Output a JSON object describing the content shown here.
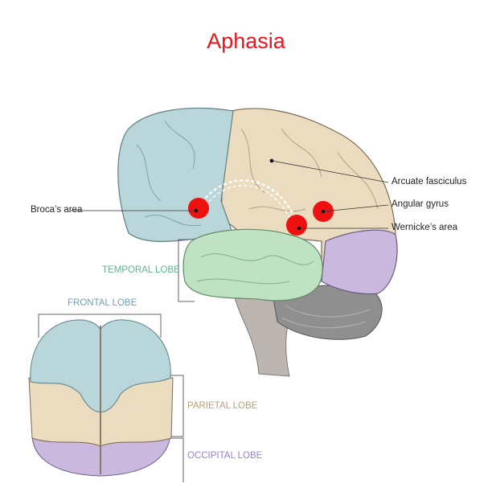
{
  "title": "Aphasia",
  "callouts": {
    "broca": "Broca’s area",
    "arcuate": "Arcuate fasciculus",
    "angular": "Angular gyrus",
    "wernicke": "Wernicke’s area"
  },
  "lobes": {
    "temporal": "TEMPORAL LOBE",
    "frontal": "FRONTAL LOBE",
    "parietal": "PARIETAL LOBE",
    "occipital": "OCCIPITAL LOBE"
  },
  "colors": {
    "title": "#e8151b",
    "frontal": "#b9d6da",
    "parietal": "#ebdcc0",
    "temporal": "#bfe2c2",
    "occipital": "#cbb8de",
    "marker": "#ee1111",
    "temporal_label": "#5fb58e",
    "frontal_label": "#6aa3b5",
    "parietal_label": "#b3a17a",
    "occipital_label": "#9b7fd0"
  }
}
